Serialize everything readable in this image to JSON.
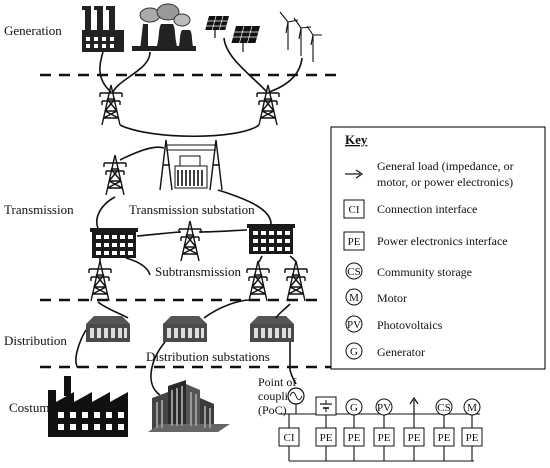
{
  "labels": {
    "generation": "Generation",
    "transmission": "Transmission",
    "transmission_substation": "Transmission substation",
    "subtransmission": "Subtransmission",
    "distribution": "Distribution",
    "distribution_substations": "Distribution substations",
    "costumers": "Costumers",
    "poc_1": "Point of",
    "poc_2": "coupling",
    "poc_3": "(PoC)"
  },
  "key": {
    "title": "Key",
    "items": [
      {
        "symbol": "→",
        "text_1": "General load (impedance, or",
        "text_2": "motor, or power electronics)"
      },
      {
        "symbol": "CI",
        "text_1": "Connection interface"
      },
      {
        "symbol": "PE",
        "text_1": "Power electronics interface"
      },
      {
        "symbol": "CS",
        "text_1": "Community storage"
      },
      {
        "symbol": "M",
        "text_1": "Motor"
      },
      {
        "symbol": "PV",
        "text_1": "Photovoltaics"
      },
      {
        "symbol": "G",
        "text_1": "Generator"
      }
    ]
  },
  "poc_bus": {
    "interfaces": [
      "CI",
      "PE",
      "PE",
      "PE",
      "PE",
      "PE",
      "PE"
    ],
    "sources": [
      "",
      "battery",
      "G",
      "PV",
      "load",
      "CS",
      "M"
    ]
  },
  "icons": [
    "factory-icon",
    "power-plant-icon",
    "solar-panel-icon",
    "wind-turbine-icon",
    "pylon-icon",
    "substation-icon",
    "building-icon",
    "skyscraper-icon",
    "ac-source-icon",
    "battery-icon"
  ]
}
